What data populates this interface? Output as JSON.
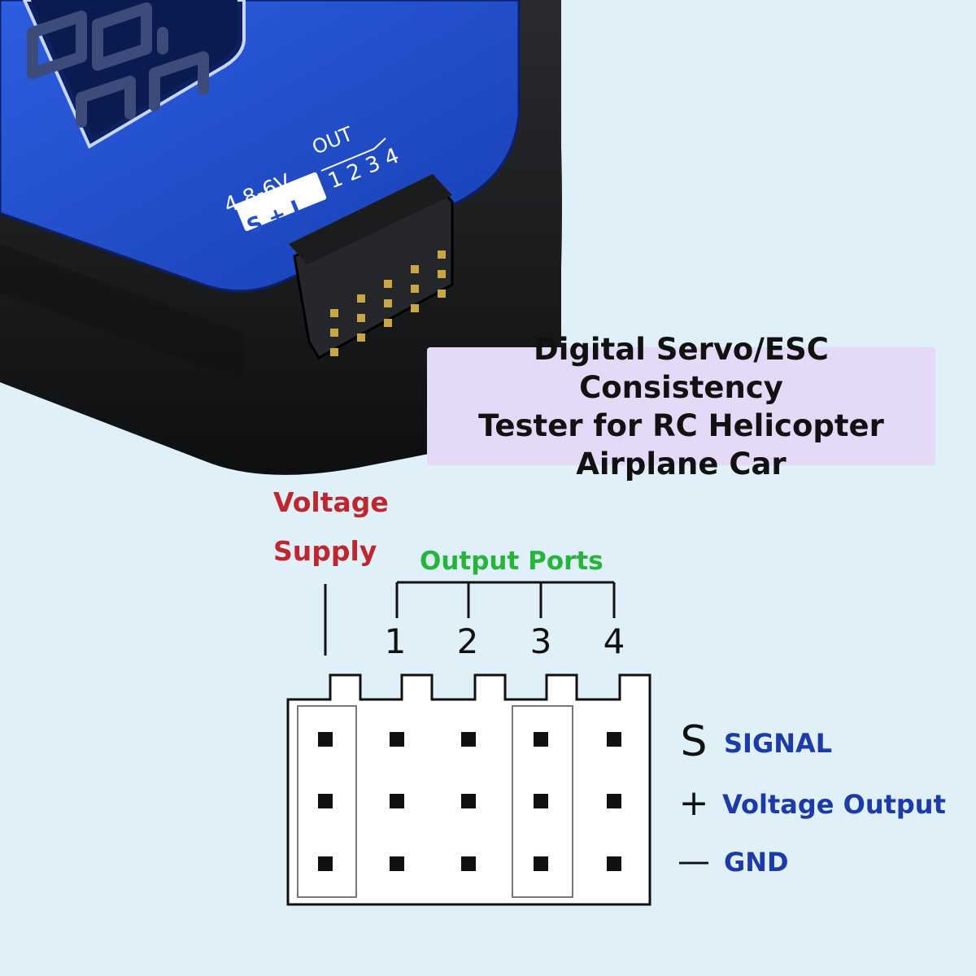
{
  "colors": {
    "background": "#dff0f8",
    "device_blue": "#1f4fd0",
    "device_body": "#1a1b1d",
    "title_box": "#e4d9f6",
    "voltage_supply": "#c0262e",
    "output_ports": "#27b43a",
    "pin_legend": "#1c3aa8"
  },
  "device": {
    "voltage_label": "4.8-6V",
    "polarity_label": "S + I",
    "out_label": "OUT",
    "out_numbers": "1 2 3 4"
  },
  "title": {
    "line1": "Digital Servo/ESC Consistency",
    "line2": "Tester for RC Helicopter",
    "line3": "Airplane Car"
  },
  "diagram": {
    "voltage_supply_line1": "Voltage",
    "voltage_supply_line2": "Supply",
    "output_ports": "Output Ports",
    "port_numbers": [
      "1",
      "2",
      "3",
      "4"
    ]
  },
  "legend": {
    "signal_symbol": "S",
    "signal_label": "SIGNAL",
    "plus_symbol": "+",
    "voltage_output_label": "Voltage Output",
    "minus_symbol": "—",
    "gnd_label": "GND"
  }
}
